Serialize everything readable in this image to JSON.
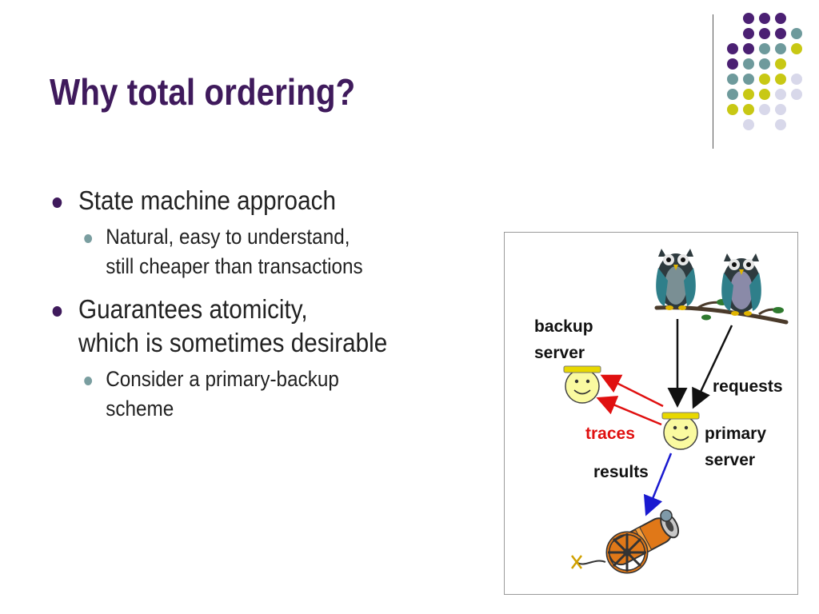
{
  "title": "Why total ordering?",
  "bullets": [
    {
      "lines": [
        "State machine approach"
      ],
      "children": [
        {
          "lines": [
            "Natural, easy to understand,",
            "still cheaper than transactions"
          ]
        }
      ]
    },
    {
      "lines": [
        "Guarantees atomicity,",
        "which is sometimes desirable"
      ],
      "children": [
        {
          "lines": [
            "Consider a primary-backup",
            "scheme"
          ]
        }
      ]
    }
  ],
  "figure": {
    "backup_label_1": "backup",
    "backup_label_2": "server",
    "requests_label": "requests",
    "traces_label": "traces",
    "primary_label_1": "primary",
    "primary_label_2": "server",
    "results_label": "results"
  },
  "colors": {
    "title": "#3f1a5c",
    "purple": "#4b2073",
    "teal": "#6e9a9c",
    "yellow": "#c8c814",
    "lavender": "#d8d8ea",
    "traces_arrow": "#e01010",
    "results_arrow": "#1a1ad0"
  }
}
